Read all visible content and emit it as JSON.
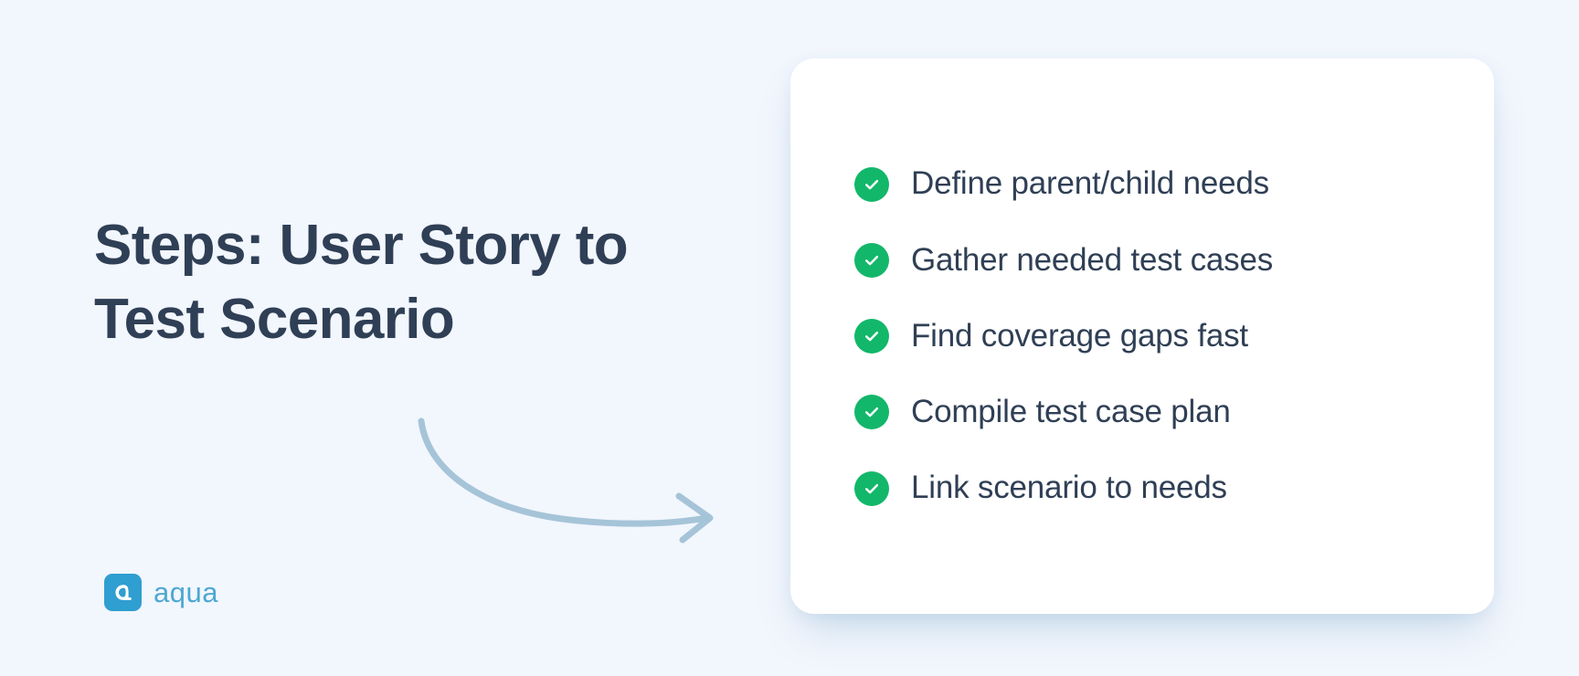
{
  "theme": {
    "background_color": "#F2F6FD",
    "card_color": "#FFFFFF",
    "heading_color": "#2F3F55",
    "accent_green": "#12B76A",
    "arrow_color": "#A6C4D8",
    "logo_mark_color": "#2F9ED0",
    "logo_word_color": "#4BA8D2"
  },
  "left": {
    "headline": "Steps: User Story to\nTest Scenario",
    "arrow": "curved-arrow-pointing-right",
    "logo": {
      "mark": "aqua-logo-mark",
      "wordmark": "aqua"
    }
  },
  "card": {
    "items": [
      {
        "label": "Define parent/child needs",
        "icon": "check-circle-icon",
        "state": "checked"
      },
      {
        "label": "Gather needed test cases",
        "icon": "check-circle-icon",
        "state": "checked"
      },
      {
        "label": "Find coverage gaps fast",
        "icon": "check-circle-icon",
        "state": "checked"
      },
      {
        "label": "Compile test case plan",
        "icon": "check-circle-icon",
        "state": "checked"
      },
      {
        "label": "Link scenario to needs",
        "icon": "check-circle-icon",
        "state": "checked"
      }
    ]
  }
}
